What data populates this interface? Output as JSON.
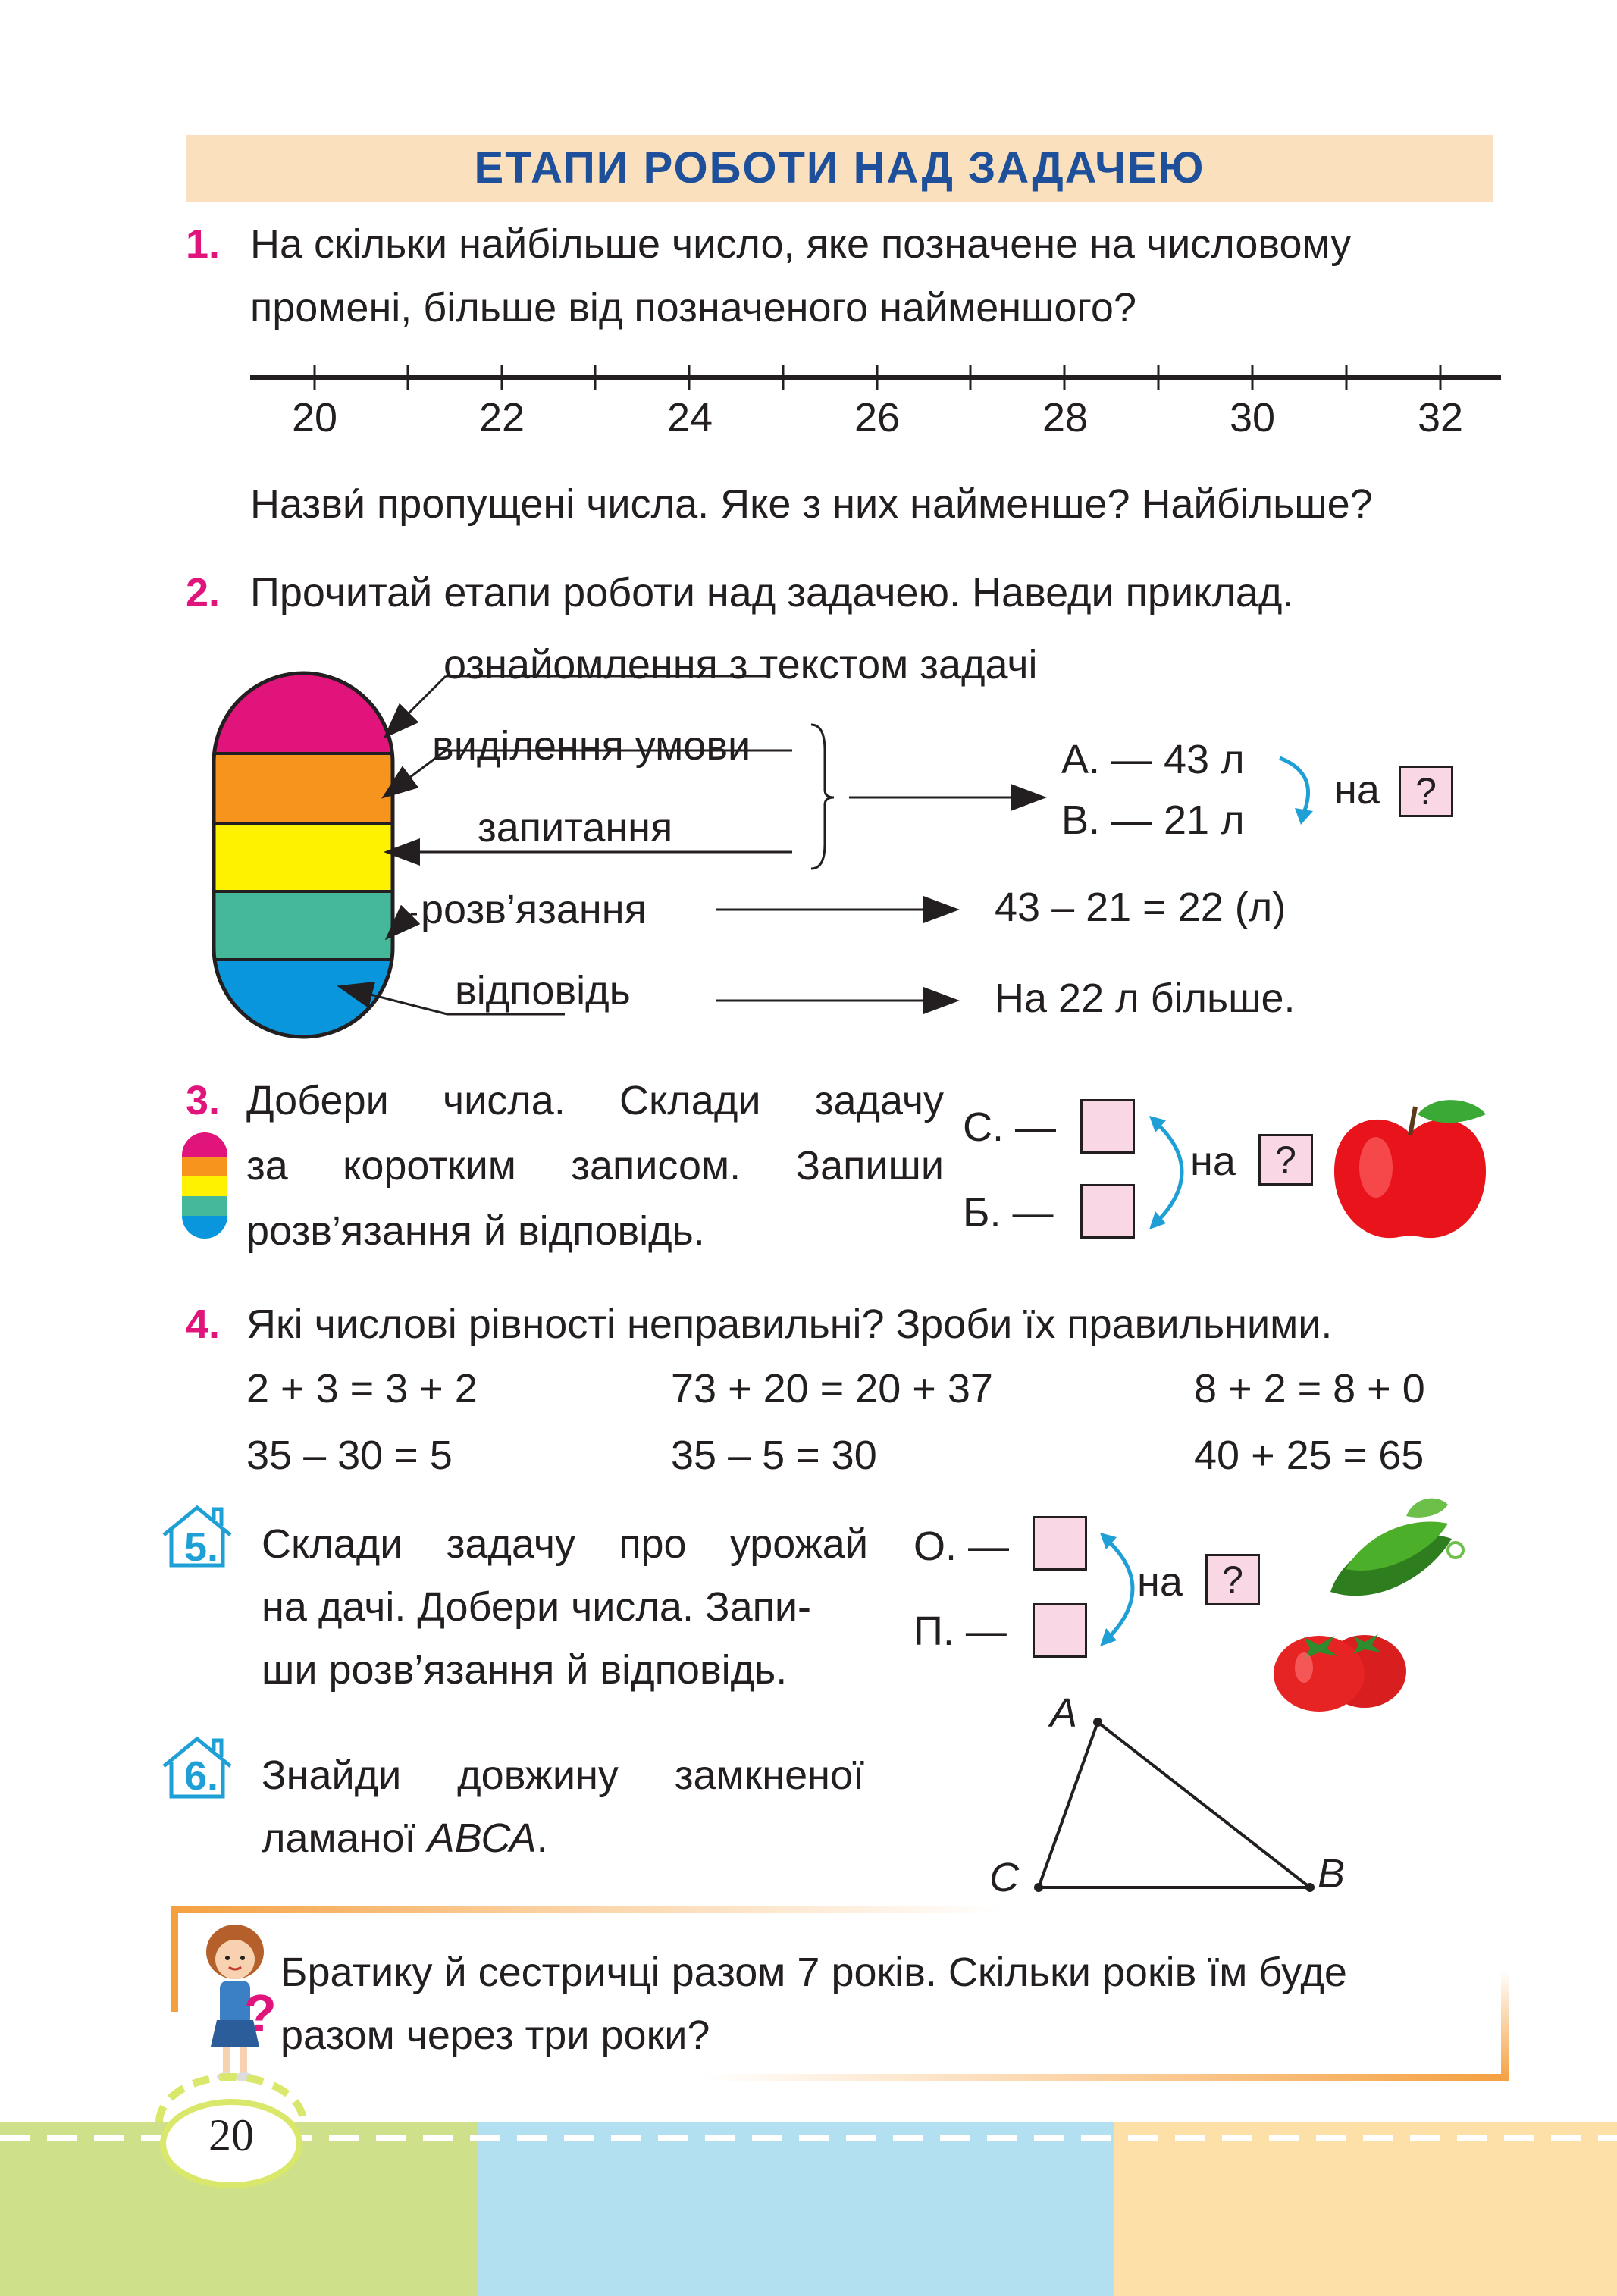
{
  "title": "ЕТАПИ РОБОТИ НАД ЗАДАЧЕЮ",
  "t1": {
    "number": "1.",
    "line1": "На скільки найбільше число, яке позначене на числовому",
    "line2": "промені, більше від позначеного найменшого?",
    "ticks": [
      "20",
      "22",
      "24",
      "26",
      "28",
      "30",
      "32"
    ],
    "after": "Назви́ пропущені числа. Яке з них найменше? Найбільше?"
  },
  "t2": {
    "number": "2.",
    "text": "Прочитай етапи роботи над задачею. Наведи приклад.",
    "stages": [
      "ознайомлення з текстом задачі",
      "виділення умови",
      "запитання",
      "розв’язання",
      "відповідь"
    ],
    "short_a": "А. — 43 л",
    "short_b": "В. — 21 л",
    "na": "на",
    "q": "?",
    "solution": "43 – 21 = 22 (л)",
    "answer": "На 22 л більше."
  },
  "t3": {
    "number": "3.",
    "line1": "Добери числа. Склади задачу",
    "line2": "за коротким записом. Запиши",
    "line3": "розв’язання й відповідь.",
    "s1": "С. —",
    "s2": "Б. —",
    "na": "на",
    "q": "?"
  },
  "t4": {
    "number": "4.",
    "text": "Які числові рівності неправильні? Зроби їх правильними.",
    "equations": [
      "2 + 3 = 3 + 2",
      "73 + 20 = 20 + 37",
      "8 + 2 = 8 + 0",
      "35 – 30 = 5",
      "35 – 5 = 30",
      "40 + 25 = 65"
    ]
  },
  "t5": {
    "number": "5.",
    "line1": "Склади задачу про урожай",
    "line2": "на дачі. Добери числа. Запи-",
    "line3": "ши розв’язання й відповідь.",
    "s1": "О. —",
    "s2": "П. —",
    "na": "на",
    "q": "?"
  },
  "t6": {
    "number": "6.",
    "line1": "Знайди довжину замкненої",
    "line2_prefix": "ламаної ",
    "line2_italic": "АВСА",
    "line2_suffix": ".",
    "pA": "А",
    "pB": "В",
    "pC": "С"
  },
  "riddle": {
    "line1": "Братику й сестричці разом 7 років. Скільки років їм буде",
    "line2": "разом через три роки?"
  },
  "page_number": "20",
  "colors": {
    "accent_pink": "#e0147a",
    "title_blue": "#1d4f9a",
    "title_bg": "#fbe0bd",
    "box_pink": "#fad7e4",
    "home_blue": "#1e9fd6",
    "footer_green": "#cfe08a",
    "footer_blue": "#b3e0f0",
    "footer_peach": "#fde0a8"
  }
}
